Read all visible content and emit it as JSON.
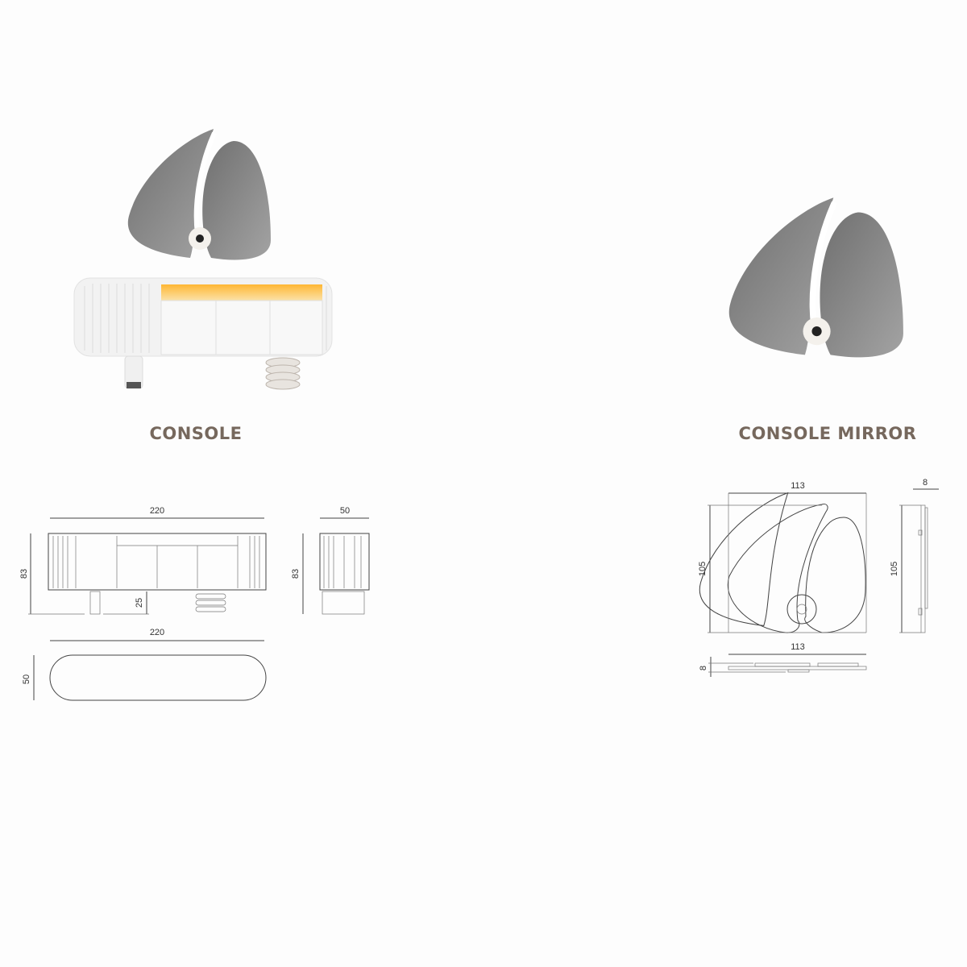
{
  "products": [
    {
      "name": "CONSOLE"
    },
    {
      "name": "CONSOLE MIRROR"
    }
  ],
  "console_dimensions": {
    "front_width": "220",
    "front_height": "83",
    "leg_height": "25",
    "side_depth": "50",
    "side_height": "83",
    "top_width": "220",
    "top_depth": "50"
  },
  "mirror_dimensions": {
    "front_width": "113",
    "front_height": "105",
    "side_thickness": "8",
    "side_height": "105",
    "top_width": "113",
    "top_thickness": "8"
  },
  "colors": {
    "title": "#76685d",
    "mirror": "#8a8a8a",
    "drawer_light": "#f5c45a"
  }
}
